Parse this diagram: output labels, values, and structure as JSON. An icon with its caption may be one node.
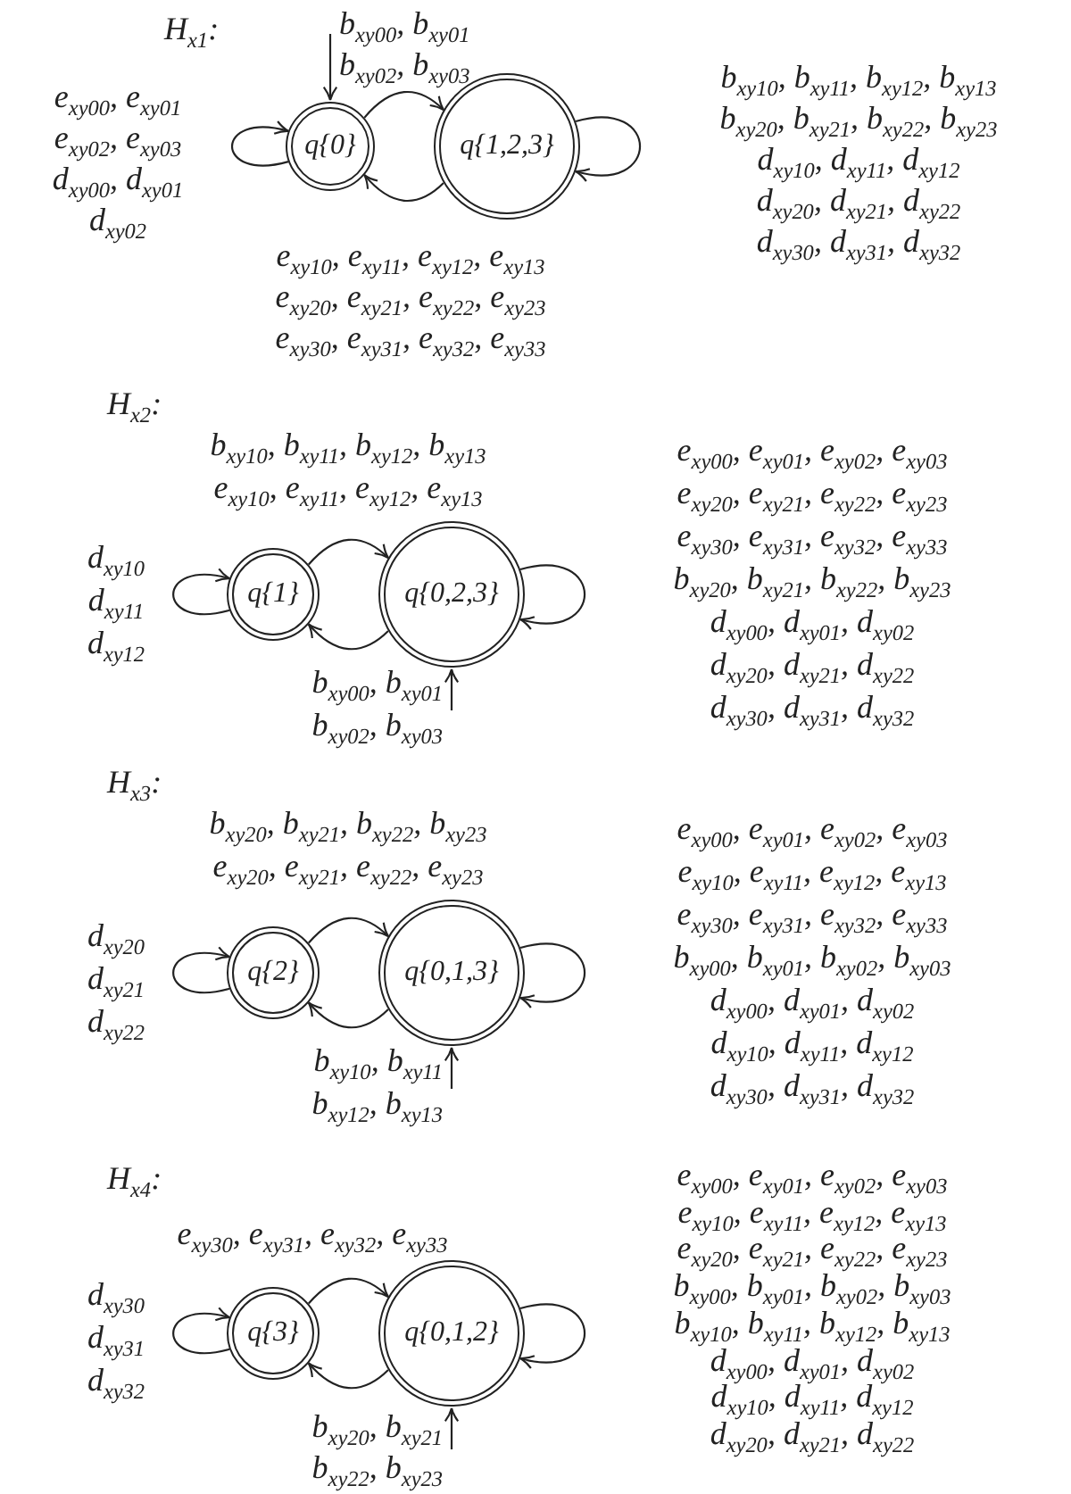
{
  "diagram": {
    "nodes": [
      {
        "text": [
          "q{0}"
        ]
      },
      {
        "text": [
          "q{1,2,3}"
        ]
      },
      {
        "text": [
          "q{1}"
        ]
      },
      {
        "text": [
          "q{0,2,3}"
        ]
      },
      {
        "text": [
          "q{2}"
        ]
      },
      {
        "text": [
          "q{0,1,3}"
        ]
      },
      {
        "text": [
          "q{3}"
        ]
      },
      {
        "text": [
          "q{0,1,2}"
        ]
      }
    ],
    "edges": [
      {
        "from": null,
        "to": 0,
        "arrow": "to",
        "label": "b$_{xy00}$, b$_{xy01}$ b$_{xy02}$, b$_{xy03}$"
      },
      {
        "from": 0,
        "to": 0,
        "arrow": "to",
        "label": "e$_{xy00}$, e$_{xy01}$ e$_{xy02}$, e$_{xy03}$ d$_{xy00}$, d$_{xy01}$ d$_{xy02}$"
      },
      {
        "from": 0,
        "to": 1,
        "arrow": "to"
      },
      {
        "from": 1,
        "to": 0,
        "arrow": "to",
        "label": "e$_{xy10}$, e$_{xy11}$, e$_{xy12}$, e$_{xy13}$ e$_{xy20}$, e$_{xy21}$, e$_{xy22}$, e$_{xy23}$ e$_{xy30}$, e$_{xy31}$, e$_{xy32}$, e$_{xy33}$"
      },
      {
        "from": 1,
        "to": 1,
        "arrow": "to",
        "label": "b$_{xy10}$, b$_{xy11}$, b$_{xy12}$, b$_{xy13}$ b$_{xy20}$, b$_{xy21}$, b$_{xy22}$, b$_{xy23}$ d$_{xy10}$, d$_{xy11}$, d$_{xy12}$ d$_{xy20}$, d$_{xy21}$, d$_{xy22}$ d$_{xy30}$, d$_{xy31}$, d$_{xy32}$"
      },
      {
        "from": 2,
        "to": 2,
        "arrow": "to",
        "label": "d$_{xy10}$ d$_{xy11}$ d$_{xy12}$"
      },
      {
        "from": 2,
        "to": 3,
        "arrow": "to",
        "label": "b$_{xy10}$, b$_{xy11}$, b$_{xy12}$, b$_{xy13}$ e$_{xy10}$, e$_{xy11}$, e$_{xy12}$, e$_{xy13}$"
      },
      {
        "from": 3,
        "to": 2,
        "arrow": "to"
      },
      {
        "from": 3,
        "to": 3,
        "arrow": "to",
        "label": "e$_{xy00}$, e$_{xy01}$, e$_{xy02}$, e$_{xy03}$ e$_{xy20}$, e$_{xy21}$, e$_{xy22}$, e$_{xy23}$ e$_{xy30}$, e$_{xy31}$, e$_{xy32}$, e$_{xy33}$ b$_{xy20}$, b$_{xy21}$, b$_{xy22}$, b$_{xy23}$ d$_{xy00}$, d$_{xy01}$, d$_{xy02}$ d$_{xy20}$, d$_{xy21}$, d$_{xy22}$ d$_{xy30}$, d$_{xy31}$, d$_{xy32}$"
      },
      {
        "from": null,
        "to": 3,
        "arrow": "to",
        "label": "b$_{xy00}$, b$_{xy01}$ b$_{xy02}$, b$_{xy03}$"
      },
      {
        "from": 4,
        "to": 4,
        "arrow": "to",
        "label": "d$_{xy20}$ d$_{xy21}$ d$_{xy22}$"
      },
      {
        "from": 4,
        "to": 5,
        "arrow": "to",
        "label": "b$_{xy20}$, b$_{xy21}$, b$_{xy22}$, b$_{xy23}$ e$_{xy20}$, e$_{xy21}$, e$_{xy22}$, e$_{xy23}$"
      },
      {
        "from": 5,
        "to": 4,
        "arrow": "to"
      },
      {
        "from": 5,
        "to": 5,
        "arrow": "to",
        "label": "e$_{xy00}$, e$_{xy01}$, e$_{xy02}$, e$_{xy03}$ e$_{xy10}$, e$_{xy11}$, e$_{xy12}$, e$_{xy13}$ e$_{xy30}$, e$_{xy31}$, e$_{xy32}$, e$_{xy33}$ b$_{xy00}$, b$_{xy01}$, b$_{xy02}$, b$_{xy03}$ d$_{xy00}$, d$_{xy01}$, d$_{xy02}$ d$_{xy10}$, d$_{xy11}$, d$_{xy12}$ d$_{xy30}$, d$_{xy31}$, d$_{xy32}$"
      },
      {
        "from": null,
        "to": 5,
        "arrow": "to",
        "label": "b$_{xy10}$, b$_{xy11}$ b$_{xy12}$, b$_{xy13}$"
      },
      {
        "from": 6,
        "to": 6,
        "arrow": "to",
        "label": "d$_{xy30}$ d$_{xy31}$ d$_{xy32}$"
      },
      {
        "from": 6,
        "to": 7,
        "arrow": "to",
        "label": "e$_{xy30}$, e$_{xy31}$, e$_{xy32}$, e$_{xy33}$"
      },
      {
        "from": 7,
        "to": 6,
        "arrow": "to"
      },
      {
        "from": 7,
        "to": 7,
        "arrow": "to",
        "label": "e$_{xy00}$, e$_{xy01}$, e$_{xy02}$, e$_{xy03}$ e$_{xy10}$, e$_{xy11}$, e$_{xy12}$, e$_{xy13}$ e$_{xy20}$, e$_{xy21}$, e$_{xy22}$, e$_{xy23}$ b$_{xy00}$, b$_{xy01}$, b$_{xy02}$, b$_{xy03}$ b$_{xy10}$, b$_{xy11}$, b$_{xy12}$, b$_{xy13}$ d$_{xy00}$, d$_{xy01}$, d$_{xy02}$ d$_{xy10}$, d$_{xy11}$, d$_{xy12}$ d$_{xy20}$, d$_{xy21}$, d$_{xy22}$"
      },
      {
        "from": null,
        "to": 7,
        "arrow": "to",
        "label": "b$_{xy20}$, b$_{xy21}$ b$_{xy22}$, b$_{xy23}$"
      }
    ],
    "labels": [
      "H$_{x1}$:",
      "H$_{x2}$:",
      "H$_{x3}$:",
      "H$_{x4}$:"
    ]
  }
}
